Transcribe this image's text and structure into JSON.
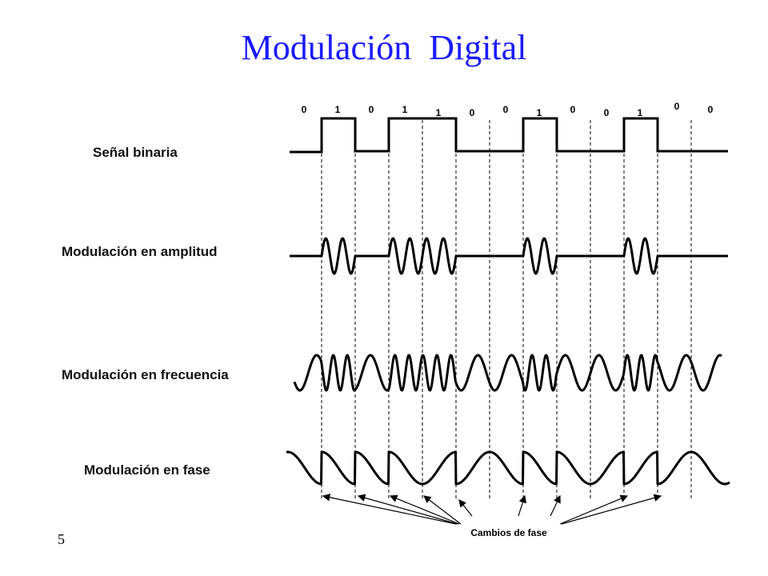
{
  "title": "Modulación  Digital",
  "labels": {
    "binary": "Señal binaria",
    "am": "Modulación en amplitud",
    "fm": "Modulación en frecuencia",
    "pm": "Modulación en fase"
  },
  "bit_labels": [
    "0",
    "1",
    "0",
    "1",
    "1",
    "0",
    "0",
    "1",
    "0",
    "0",
    "1",
    "0",
    "0"
  ],
  "bit_sequence": [
    1,
    0,
    1,
    1,
    0,
    0,
    1,
    0,
    0,
    1,
    0
  ],
  "phase_note": "Cambios de fase",
  "page_number": "5"
}
